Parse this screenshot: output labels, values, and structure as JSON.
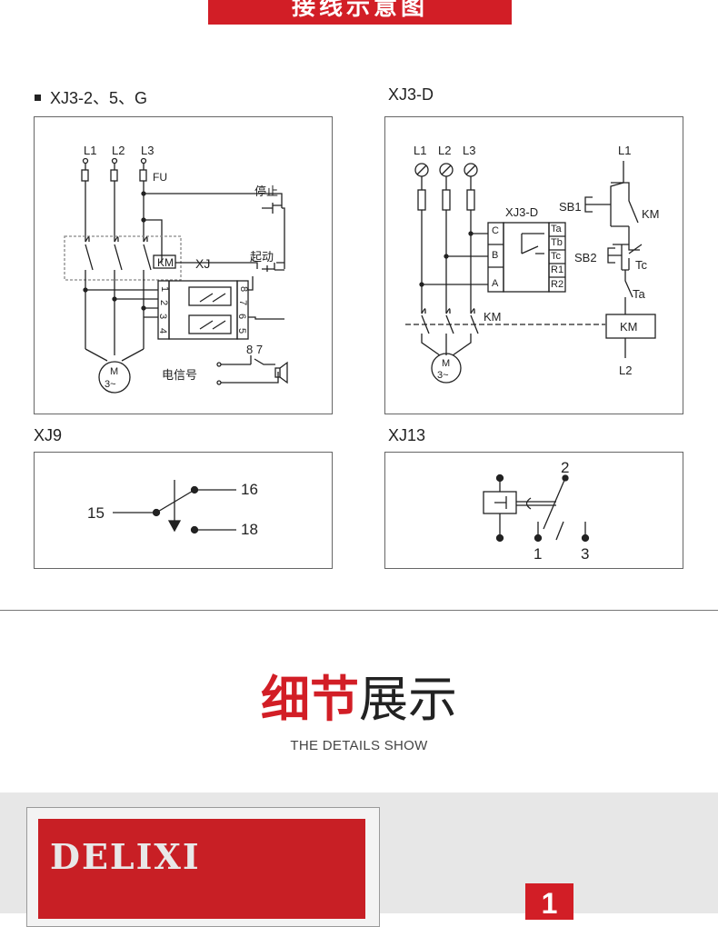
{
  "header": {
    "banner_title": "接线示意图"
  },
  "sections": {
    "xj3_25g": {
      "label": "XJ3-2、5、G",
      "labels": {
        "l1": "L1",
        "l2": "L2",
        "l3": "L3",
        "fu": "FU",
        "stop": "停止",
        "start": "起动",
        "km": "KM",
        "xj": "XJ",
        "motor_m": "M",
        "motor_phase": "3~",
        "signal": "电信号",
        "t87": "8 7",
        "pins_left": [
          "1",
          "2",
          "3",
          "4"
        ],
        "pins_right": [
          "8",
          "7",
          "6",
          "5"
        ]
      }
    },
    "xj3_d": {
      "label": "XJ3-D",
      "labels": {
        "l1": "L1",
        "l2": "L2",
        "l3": "L3",
        "device": "XJ3-D",
        "terminals_left": [
          "C",
          "B",
          "A"
        ],
        "terminals_right": [
          "Ta",
          "Tb",
          "Tc",
          "R1",
          "R2"
        ],
        "km": "KM",
        "motor_m": "M",
        "motor_phase": "3~",
        "ctrl_l1": "L1",
        "sb1": "SB1",
        "sb2": "SB2",
        "km_contact": "KM",
        "tc": "Tc",
        "ta": "Ta",
        "km_coil": "KM",
        "ctrl_l2": "L2"
      }
    },
    "xj9": {
      "label": "XJ9",
      "terminals": [
        "15",
        "16",
        "18"
      ]
    },
    "xj13": {
      "label": "XJ13",
      "terminals": [
        "2",
        "1",
        "3"
      ]
    }
  },
  "details": {
    "title_red": "细节",
    "title_black": "展示",
    "subtitle": "THE DETAILS SHOW",
    "brand": "DELIXI",
    "badge": "1"
  }
}
